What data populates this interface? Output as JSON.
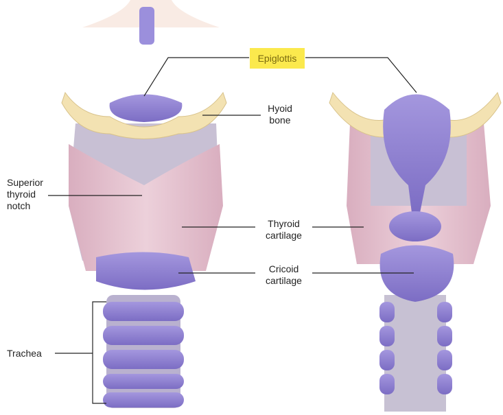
{
  "labels": {
    "epiglottis": "Epiglottis",
    "hyoid_bone": [
      "Hyoid",
      "bone"
    ],
    "superior_thyroid_notch": [
      "Superior",
      "thyroid",
      "notch"
    ],
    "thyroid_cartilage": [
      "Thyroid",
      "cartilage"
    ],
    "cricoid_cartilage": [
      "Cricoid",
      "cartilage"
    ],
    "trachea": "Trachea"
  },
  "colors": {
    "highlight": "#fbe94d",
    "cartilage_purple": "#8e80d2",
    "thyroid_pink": "#e6c2d0",
    "bone": "#f3e2b2"
  }
}
